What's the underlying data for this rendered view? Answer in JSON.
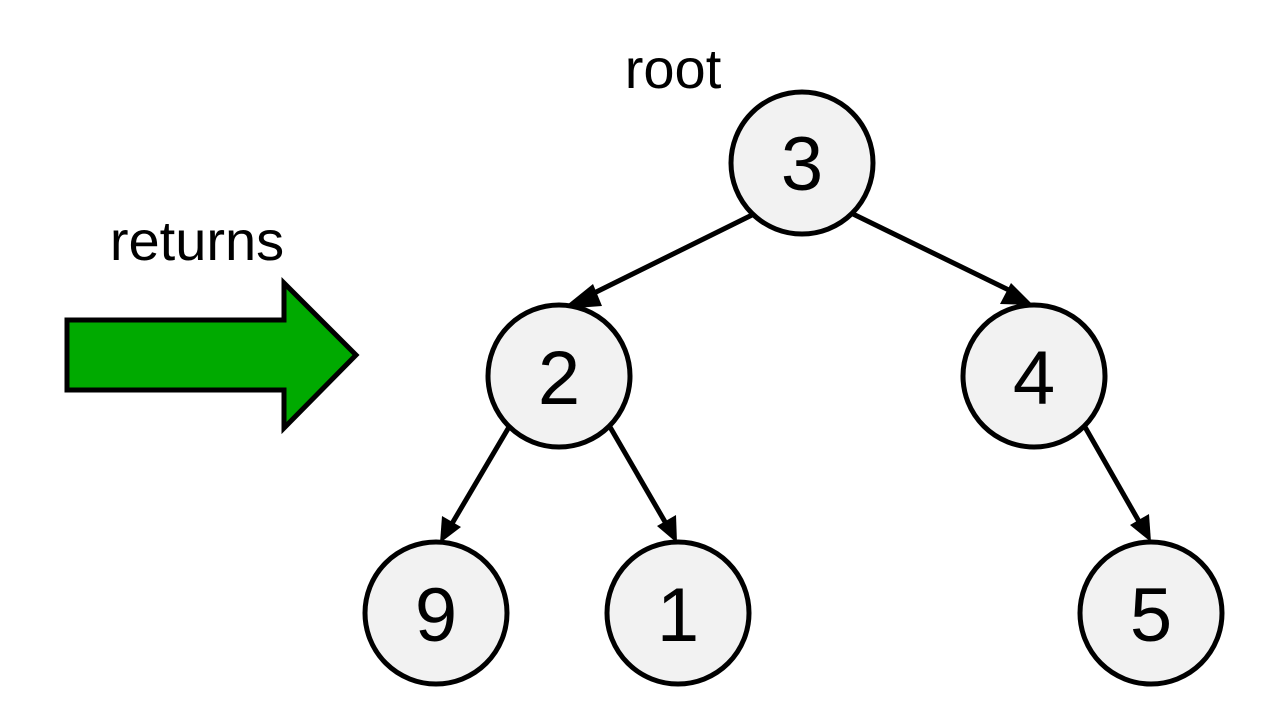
{
  "labels": {
    "root": "root",
    "returns": "returns"
  },
  "colors": {
    "arrow_fill": "#00aa00",
    "node_fill": "#f2f2f2",
    "stroke": "#000000"
  },
  "tree": {
    "nodes": [
      {
        "id": "n3",
        "value": "3"
      },
      {
        "id": "n2",
        "value": "2"
      },
      {
        "id": "n4",
        "value": "4"
      },
      {
        "id": "n9",
        "value": "9"
      },
      {
        "id": "n1",
        "value": "1"
      },
      {
        "id": "n5",
        "value": "5"
      }
    ],
    "edges": [
      {
        "from": "n3",
        "to": "n2"
      },
      {
        "from": "n3",
        "to": "n4"
      },
      {
        "from": "n2",
        "to": "n9"
      },
      {
        "from": "n2",
        "to": "n1"
      },
      {
        "from": "n4",
        "to": "n5"
      }
    ]
  }
}
